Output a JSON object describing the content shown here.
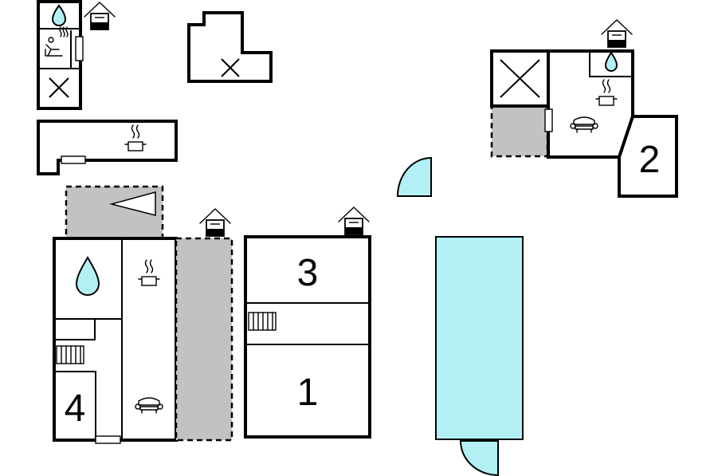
{
  "rooms": {
    "bedroom_1": "1",
    "bedroom_2": "2",
    "bedroom_3": "3",
    "bedroom_4": "4"
  },
  "colors": {
    "terrace": "#c2c2c2",
    "water": "#b3f0f5",
    "walls": "#000000"
  },
  "icons": [
    "house-icon",
    "shower-icon",
    "sauna-icon",
    "kitchen-icon",
    "sofa-icon",
    "stairs-icon",
    "door-swing-icon",
    "cross-icon",
    "fireplace-icon"
  ]
}
